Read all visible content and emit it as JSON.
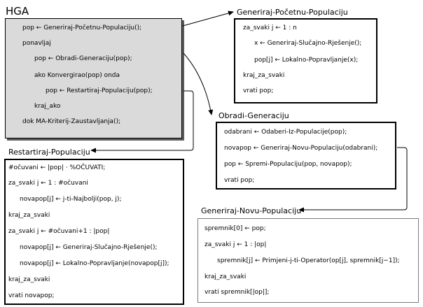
{
  "main": {
    "title": "HGA",
    "lines": [
      "pop ← Generiraj-Početnu-Populaciju();",
      "ponavljaj",
      "pop ← Obradi-Generaciju(pop);",
      "ako Konvergirao(pop) onda",
      "pop ← Restartiraj-Populaciju(pop);",
      "kraj_ako",
      "dok MA-Kriterij-Zaustavljanja();"
    ]
  },
  "init_block": {
    "title": "Generiraj-Početnu-Populaciju",
    "lines": [
      "za_svaki j ← 1 : n",
      "x ← Generiraj-Slučajno-Rješenje();",
      "pop[j] ← Lokalno-Popravljanje(x);",
      "kraj_za_svaki",
      "vrati pop;"
    ]
  },
  "process_block": {
    "title": "Obradi-Generaciju",
    "lines": [
      "odabrani ← Odaberi-Iz-Populacije(pop);",
      "novapop ← Generiraj-Novu-Populaciju(odabrani);",
      "pop ← Spremi-Populaciju(pop, novapop);",
      "vrati pop;"
    ]
  },
  "restart_block": {
    "title": "Restartiraj-Populaciju",
    "lines": [
      "#očuvani ← |pop| · %OČUVATI;",
      "za_svaki j ← 1 : #očuvani",
      "novapop[j] ← j-ti-Najbolji(pop, j);",
      "kraj_za_svaki",
      "za_svaki j ← #očuvani+1 : |pop|",
      "novapop[j] ← Generiraj-Slučajno-Rješenje();",
      "novapop[j] ← Lokalno-Popravljanje(novapop[j]);",
      "kraj_za_svaki",
      "vrati novapop;"
    ]
  },
  "newpop_block": {
    "title": "Generiraj-Novu-Populaciju",
    "lines": [
      "spremnik[0] ← pop;",
      "za_svaki j ← 1 : |op|",
      "spremnik[j] ← Primjeni-j-ti-Operator(op[j], spremnik[j−1]);",
      "kraj_za_svaki",
      "vrati spremnik[|op|];"
    ]
  },
  "colors": {
    "main_box_fill": "#dadada",
    "shadow": "#5a5a5a",
    "line": "#000000"
  }
}
